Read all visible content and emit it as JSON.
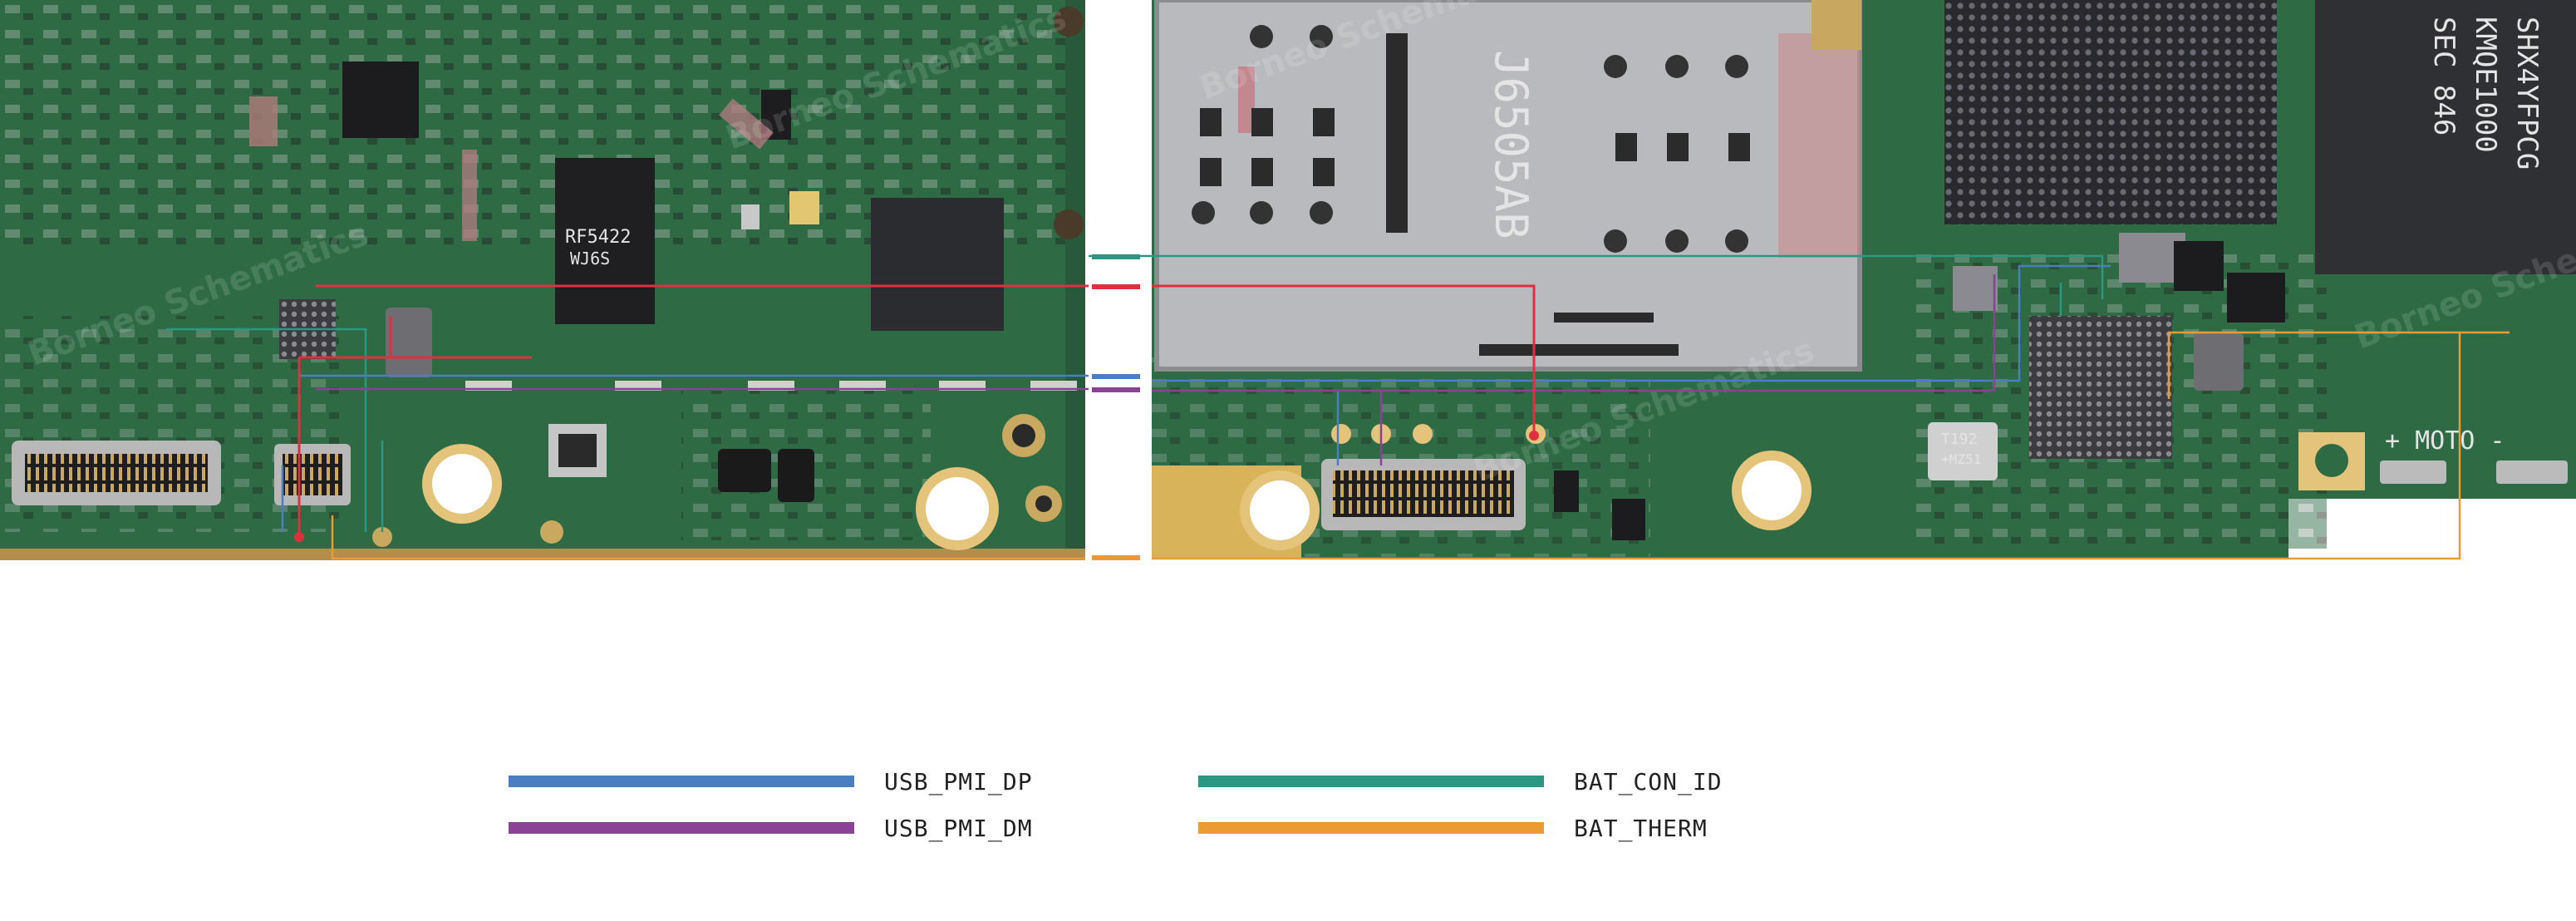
{
  "legend": {
    "items": [
      {
        "name": "USB_PMI_DP",
        "color": "#4a7ec0"
      },
      {
        "name": "USB_PMI_DM",
        "color": "#8a4294"
      },
      {
        "name": "BAT_CON_ID",
        "color": "#2a9782"
      },
      {
        "name": "BAT_THERM",
        "color": "#ec9a33"
      }
    ]
  },
  "board": {
    "chip_left_1": "RF5422",
    "chip_left_1_sub": "WJ6S",
    "sim_tray_text": "J6505AB",
    "component_t192_line1": "T192",
    "component_t192_line2": "+MZ51",
    "moto_label": "+ MOTO -",
    "chip_right_text": "SEC 846",
    "chip_right_sub": "KMQE1000",
    "chip_right_sub2": "SHX4YFPCG",
    "watermark": "Borneo Schematics"
  },
  "colors": {
    "pcb_green": "#2e6b45",
    "gold": "#d9b35a",
    "red_trace": "#e03040"
  }
}
